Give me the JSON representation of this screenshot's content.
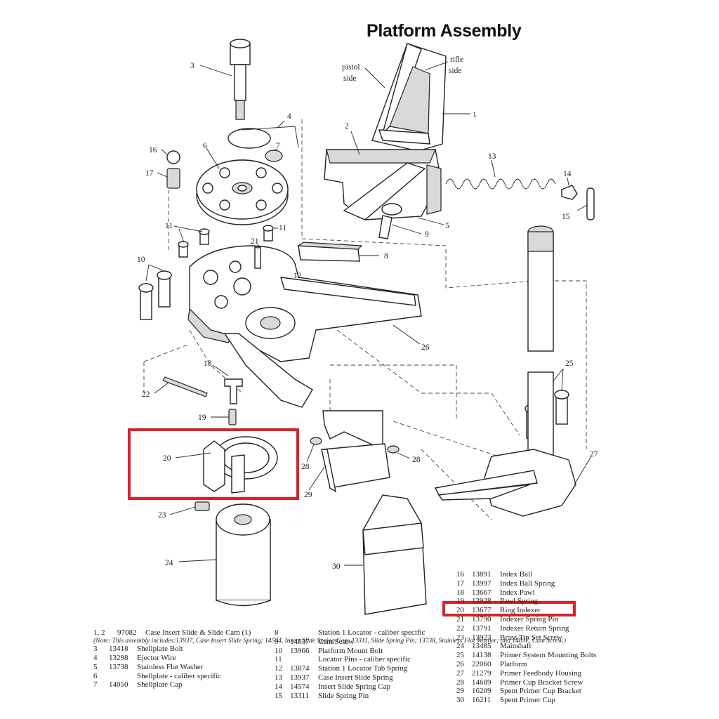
{
  "title": "Platform Assembly",
  "side_labels": {
    "pistol_line1": "pistol",
    "pistol_line2": "side",
    "rifle_line1": "rifle",
    "rifle_line2": "side"
  },
  "callouts": [
    "1",
    "2",
    "3",
    "4",
    "5",
    "6",
    "7",
    "8",
    "9",
    "10",
    "11",
    "11",
    "12",
    "13",
    "14",
    "15",
    "16",
    "17",
    "18",
    "19",
    "20",
    "21",
    "22",
    "23",
    "24",
    "25",
    "26",
    "27",
    "28",
    "28",
    "29",
    "30"
  ],
  "legend_left": [
    {
      "num": "1, 2",
      "part": "97082",
      "name": "Case Insert Slide & Slide Cam (1)"
    },
    {
      "note": "(Note: This assembly includes:13937, Case Insert Slide Spring; 14574, Insert Slide Spring Cap; 13311, Slide Spring Pin; 13738, Stainless Flat Washer; and 14037, Cam Screw.)"
    },
    {
      "num": "3",
      "part": "13418",
      "name": "Shellplate Bolt"
    },
    {
      "num": "4",
      "part": "13298",
      "name": "Ejector Wire"
    },
    {
      "num": "5",
      "part": "13738",
      "name": "Stainless Flat Washer"
    },
    {
      "num": "6",
      "part": "",
      "name": "Shellplate - caliber specific"
    },
    {
      "num": "7",
      "part": "14050",
      "name": "Shellplate Cap"
    }
  ],
  "legend_mid": [
    {
      "num": "8",
      "part": "",
      "name": "Station 1 Locator - caliber specific"
    },
    {
      "num": "9",
      "part": "14037",
      "name": "Cam Screw"
    },
    {
      "num": "10",
      "part": "13966",
      "name": "Platform Mount Bolt"
    },
    {
      "num": "11",
      "part": "",
      "name": "Locator Pins  - caliber specific"
    },
    {
      "num": "12",
      "part": "13874",
      "name": "Station 1 Locator Tab Spring"
    },
    {
      "num": "13",
      "part": "13937",
      "name": "Case Insert Slide Spring"
    },
    {
      "num": "14",
      "part": "14574",
      "name": "Insert Slide Spring Cap"
    },
    {
      "num": "15",
      "part": "13311",
      "name": "Slide Spring Pin"
    }
  ],
  "legend_right": [
    {
      "num": "16",
      "part": "13891",
      "name": "Index Ball"
    },
    {
      "num": "17",
      "part": "13997",
      "name": "Index Ball Spring"
    },
    {
      "num": "18",
      "part": "13667",
      "name": "Index Pawl"
    },
    {
      "num": "19",
      "part": "13928",
      "name": "Pawl Spring"
    },
    {
      "num": "20",
      "part": "13677",
      "name": "Ring Indexer"
    },
    {
      "num": "21",
      "part": "13790",
      "name": "Indexer Spring Pin"
    },
    {
      "num": "22",
      "part": "13791",
      "name": "Indexer Return Spring"
    },
    {
      "num": "23",
      "part": "13923",
      "name": "Brass Tip Set Screw"
    },
    {
      "num": "24",
      "part": "13485",
      "name": "Mainshaft"
    },
    {
      "num": "25",
      "part": "14138",
      "name": "Primer System Mounting Bolts"
    },
    {
      "num": "26",
      "part": "22060",
      "name": "Platform"
    },
    {
      "num": "27",
      "part": "21279",
      "name": "Primer Feedbody Housing"
    },
    {
      "num": "28",
      "part": "14689",
      "name": "Primer Cup Bracket Screw"
    },
    {
      "num": "29",
      "part": "16209",
      "name": "Spent Primer Cup Bracket"
    },
    {
      "num": "30",
      "part": "16211",
      "name": "Spent Primer Cup"
    }
  ],
  "highlight_color": "#d9222a"
}
